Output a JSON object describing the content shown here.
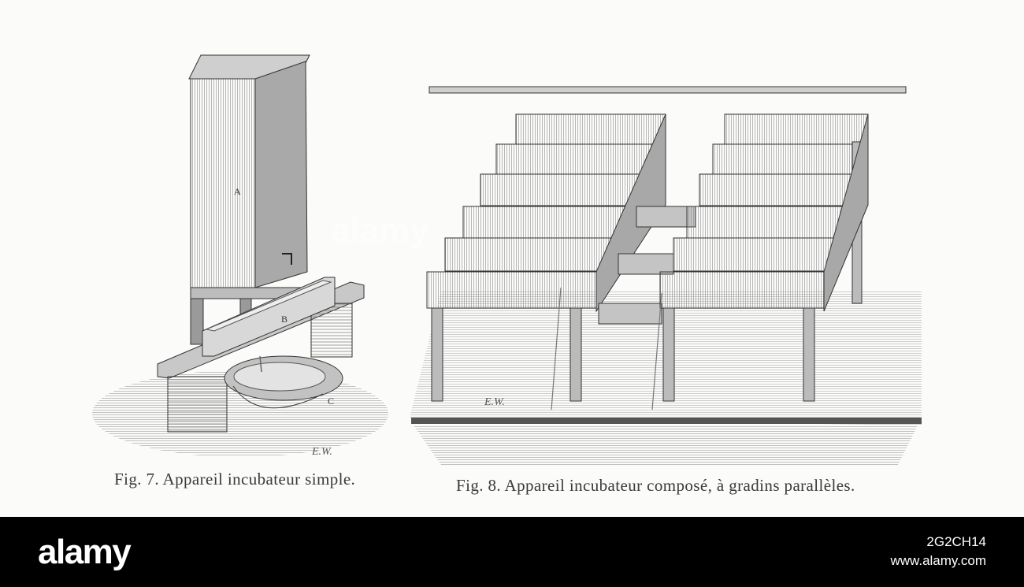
{
  "figures": [
    {
      "caption": "Fig. 7. Appareil incubateur simple.",
      "signature": "E.W.",
      "labels": [
        "A",
        "B",
        "C"
      ]
    },
    {
      "caption": "Fig. 8. Appareil incubateur composé, à gradins parallèles.",
      "signature": "E.W."
    }
  ],
  "watermark": {
    "brand": "alamy",
    "image_id": "2G2CH14",
    "url": "www.alamy.com"
  }
}
